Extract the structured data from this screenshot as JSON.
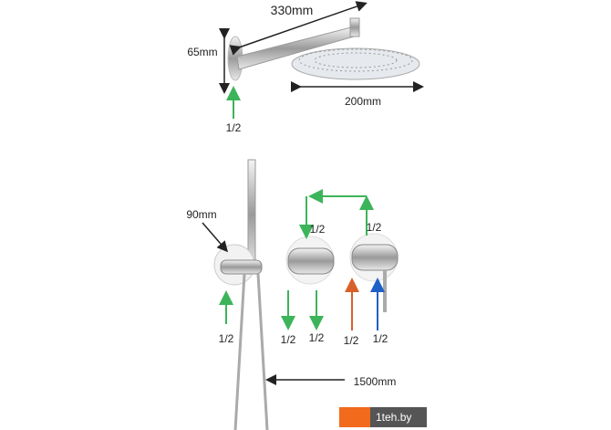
{
  "labels": {
    "arm_length": "330mm",
    "plate_height": "65mm",
    "head_diameter": "200mm",
    "top_inlet": "1/2",
    "outlet_diameter": "90mm",
    "hose_length": "1500mm",
    "outlet_inlet": "1/2",
    "diverter_in": "1/2",
    "mixer_out": "1/2",
    "diverter_out_1": "1/2",
    "diverter_out_2": "1/2",
    "hot_in": "1/2",
    "cold_in": "1/2"
  },
  "colors": {
    "green": "#3cb45a",
    "hot": "#d9602a",
    "cold": "#1f5fc8",
    "logo_orange": "#f26a1b"
  },
  "logo": {
    "text": "1teh.by"
  }
}
